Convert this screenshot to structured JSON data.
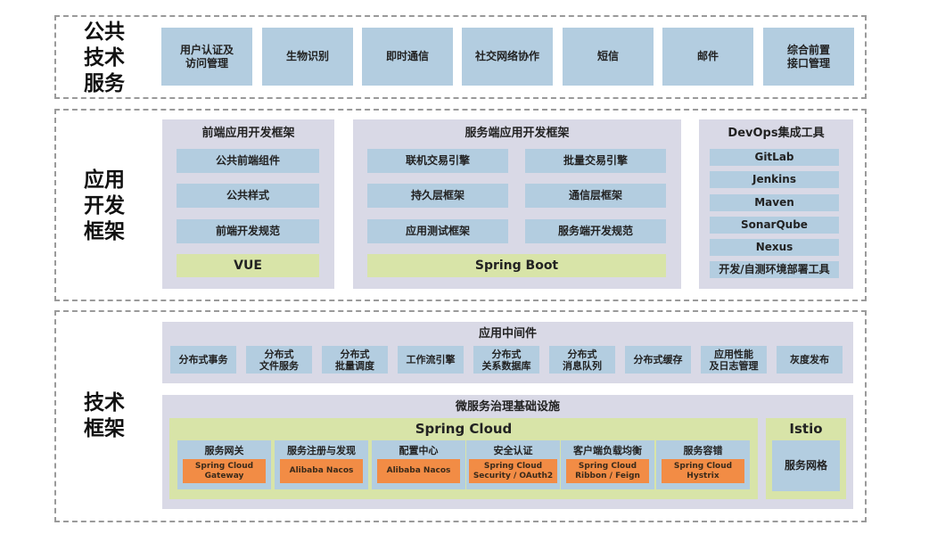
{
  "sections": {
    "public": {
      "label": "公共\n技术\n服务",
      "items": [
        "用户认证及\n访问管理",
        "生物识别",
        "即时通信",
        "社交网络协作",
        "短信",
        "邮件",
        "综合前置\n接口管理"
      ]
    },
    "app": {
      "label": "应用\n开发\n框架",
      "frontend": {
        "title": "前端应用开发框架",
        "items": [
          "公共前端组件",
          "公共样式",
          "前端开发规范"
        ],
        "highlight": "VUE"
      },
      "backend": {
        "title": "服务端应用开发框架",
        "items": [
          "联机交易引擎",
          "批量交易引擎",
          "持久层框架",
          "通信层框架",
          "应用测试框架",
          "服务端开发规范"
        ],
        "highlight": "Spring Boot"
      },
      "devops": {
        "title": "DevOps集成工具",
        "items": [
          "GitLab",
          "Jenkins",
          "Maven",
          "SonarQube",
          "Nexus",
          "开发/自测环境部署工具"
        ]
      }
    },
    "tech": {
      "label": "技术\n框架",
      "middleware": {
        "title": "应用中间件",
        "items": [
          "分布式事务",
          "分布式\n文件服务",
          "分布式\n批量调度",
          "工作流引擎",
          "分布式\n关系数据库",
          "分布式\n消息队列",
          "分布式缓存",
          "应用性能\n及日志管理",
          "灰度发布"
        ]
      },
      "micro": {
        "title": "微服务治理基础设施",
        "spring_cloud": {
          "title": "Spring Cloud",
          "categories": [
            {
              "name": "服务网关",
              "component": "Spring Cloud\nGateway"
            },
            {
              "name": "服务注册与发现",
              "component": "Alibaba Nacos"
            },
            {
              "name": "配置中心",
              "component": "Alibaba Nacos"
            },
            {
              "name": "安全认证",
              "component": "Spring Cloud\nSecurity / OAuth2"
            },
            {
              "name": "客户端负载均衡",
              "component": "Spring Cloud\nRibbon / Feign"
            },
            {
              "name": "服务容错",
              "component": "Spring Cloud\nHystrix"
            }
          ]
        },
        "istio": {
          "title": "Istio",
          "item": "服务网格"
        }
      }
    }
  }
}
